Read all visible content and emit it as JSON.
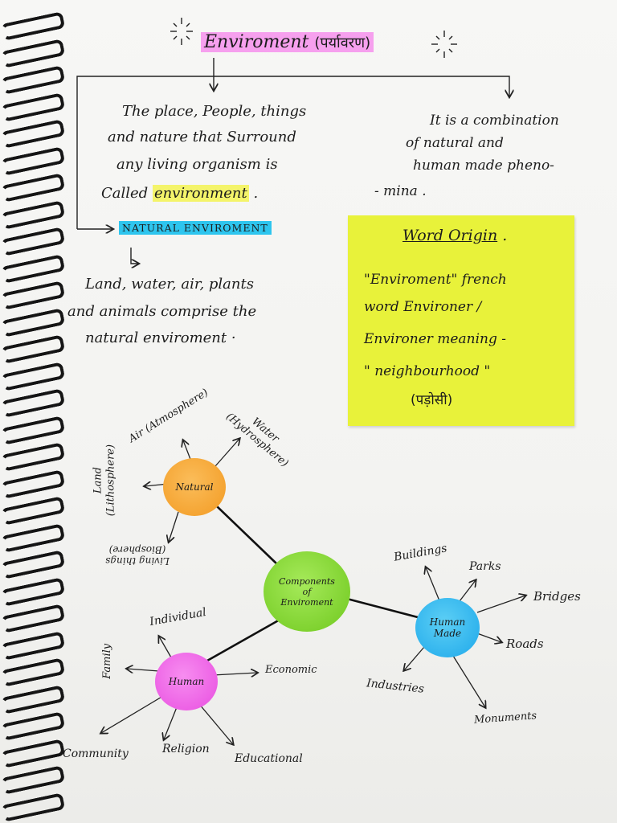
{
  "heading": {
    "title": "Enviroment",
    "title_hindi": "(पर्यावरण)"
  },
  "definition": {
    "lines": [
      "The place, People, things",
      "and nature that Surround",
      "any living organism is",
      "Called"
    ],
    "highlight": "environment",
    "end": "."
  },
  "combination": {
    "lines": [
      "It is a combination",
      "of natural and",
      "human made pheno-",
      "- mina ."
    ]
  },
  "natural_environment": {
    "label": "NATURAL ENVIROMENT",
    "lines": [
      "Land, water, air, plants",
      "and animals comprise the",
      "natural enviroment ·"
    ]
  },
  "word_origin": {
    "title": "Word Origin",
    "lines": [
      "\"Enviroment\" french",
      "word Environer /",
      "Environer meaning -",
      "\" neighbourhood \"",
      "(पड़ोसी)"
    ]
  },
  "mindmap": {
    "center": {
      "label": "Components of Enviroment",
      "color": "#7ed42c"
    },
    "natural": {
      "label": "Natural",
      "color": "#f7a535",
      "branches": [
        "Air (Atmosphere)",
        "Water (Hydrosphere)",
        "Land (Lithosphere)",
        "Living things (Biosphere)"
      ]
    },
    "human": {
      "label": "Human",
      "color": "#ef5be6",
      "branches": [
        "Individual",
        "Family",
        "Economic",
        "Community",
        "Religion",
        "Educational"
      ]
    },
    "human_made": {
      "label": "Human Made",
      "color": "#2cb6f0",
      "branches": [
        "Buildings",
        "Parks",
        "Bridges",
        "Roads",
        "Industries",
        "Monuments"
      ]
    }
  }
}
